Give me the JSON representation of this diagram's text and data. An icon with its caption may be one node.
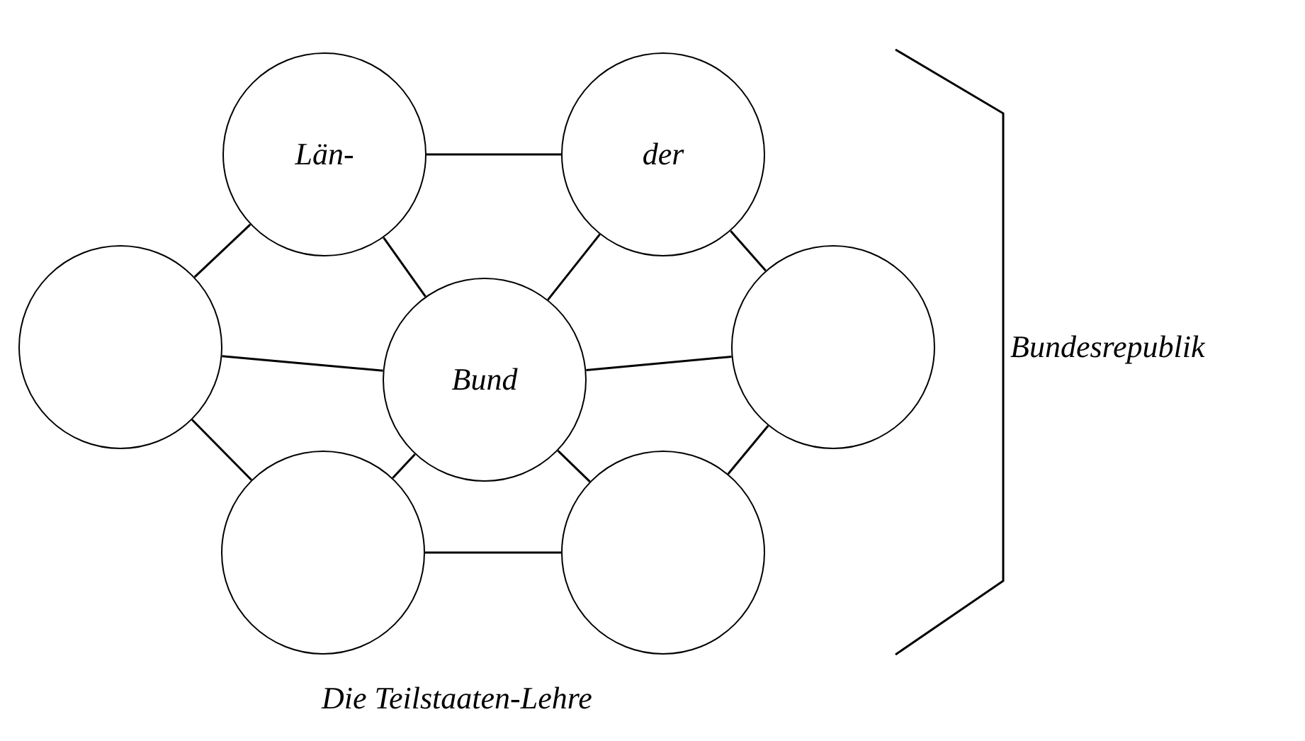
{
  "diagram": {
    "caption": "Die Teilstaaten-Lehre",
    "nodes": [
      {
        "text": [
          "Län-"
        ]
      },
      {
        "text": [
          "der"
        ]
      },
      {
        "text": [],
        "shape": "circle"
      },
      {
        "text": [
          "Bund"
        ]
      },
      {
        "text": [],
        "shape": "circle"
      },
      {
        "text": [],
        "shape": "circle"
      },
      {
        "text": [],
        "shape": "circle"
      }
    ],
    "edges": [
      {
        "from": 0,
        "to": 1,
        "arrow": "none"
      },
      {
        "from": 0,
        "to": 2,
        "arrow": "none"
      },
      {
        "from": 0,
        "to": 3,
        "arrow": "none"
      },
      {
        "from": 1,
        "to": 3,
        "arrow": "none"
      },
      {
        "from": 1,
        "to": 4,
        "arrow": "none"
      },
      {
        "from": 2,
        "to": 3,
        "arrow": "none"
      },
      {
        "from": 3,
        "to": 4,
        "arrow": "none"
      },
      {
        "from": 2,
        "to": 5,
        "arrow": "none"
      },
      {
        "from": 3,
        "to": 5,
        "arrow": "none"
      },
      {
        "from": 3,
        "to": 6,
        "arrow": "none"
      },
      {
        "from": 5,
        "to": 6,
        "arrow": "none"
      },
      {
        "from": 4,
        "to": 6,
        "arrow": "none"
      }
    ],
    "labels": [
      "Bundesrepublik"
    ]
  }
}
